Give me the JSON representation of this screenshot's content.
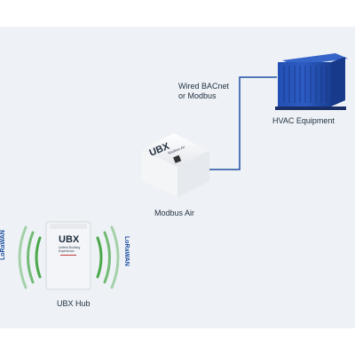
{
  "labels": {
    "wired_line1": "Wired BACnet",
    "wired_line2": "or Modbus",
    "hvac": "HVAC Equipment",
    "modbus_air": "Modbus Air",
    "ubx_hub": "UBX Hub",
    "lorawan": "LoRaWAN"
  },
  "devices": {
    "modbus_logo": "UBX",
    "modbus_sub": "Modbus Air",
    "hub_logo": "UBX",
    "hub_sub1": "Unified Building",
    "hub_sub2": "Experience"
  },
  "colors": {
    "band": "#eef2f6",
    "connector": "#1e4fa0",
    "hvac_body": "#1f4aa8",
    "signal": "#4aa84a"
  }
}
